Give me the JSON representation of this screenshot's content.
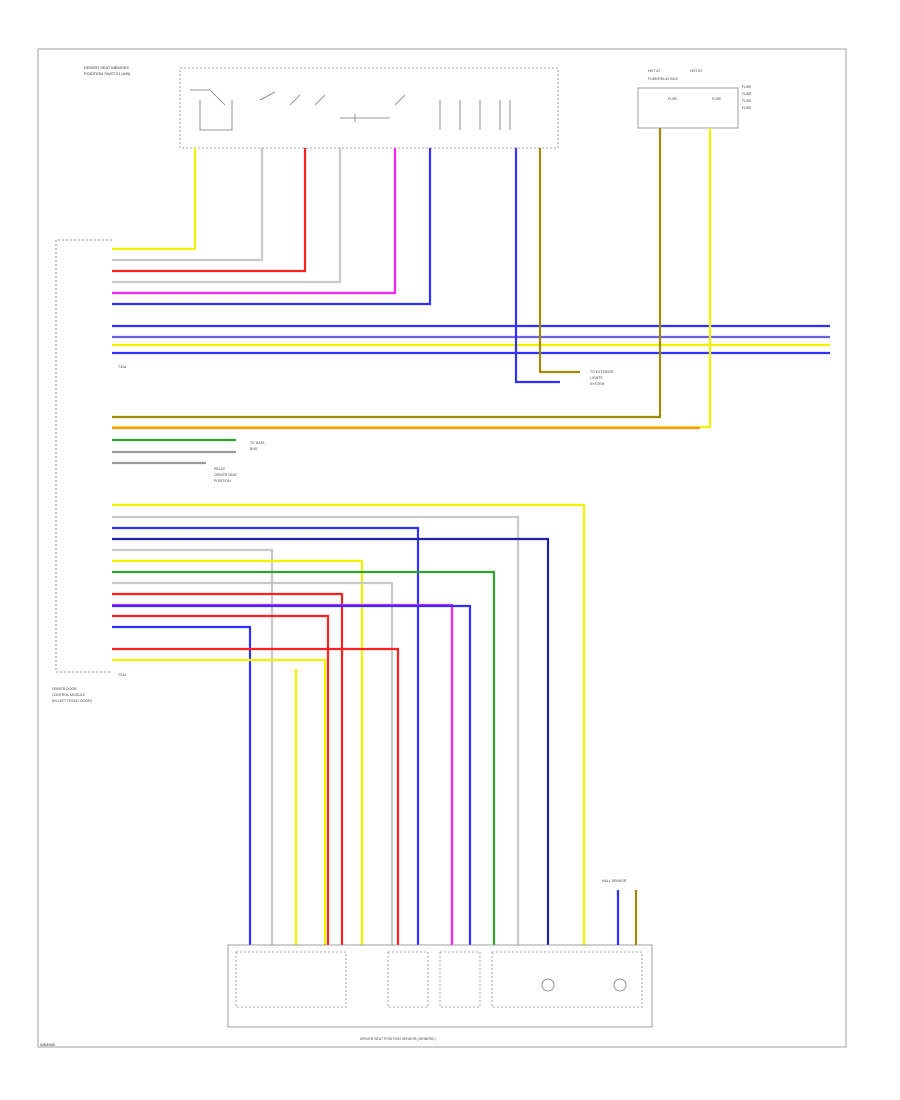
{
  "diagram": {
    "code_label": "W63985",
    "top_switch_label": [
      "DRIVER SEAT MEMORY",
      "POSITION SWITCH (A/B)"
    ],
    "fuse_box_top_labels": [
      "HOT AT",
      "HOT AT"
    ],
    "fuse_box_label": "FUSE/RELAY BOX",
    "fuse_labels": [
      "FUSE",
      "FUSE"
    ],
    "fuse_side_labels": [
      "FUSE",
      "FUSE",
      "FUSE",
      "FUSE"
    ],
    "module_label": [
      "DRIVER DOOR",
      "CONTROL MODULE",
      "(IN LEFT FRONT DOOR)"
    ],
    "bottom_module_label": "DRIVER SEAT POSITION SENSOR (GENERIC)",
    "hall_sensor_label": "HALL SENSOR",
    "connector_a_labels": [
      "T32a",
      "T32a"
    ],
    "side_notes": [
      [
        "TO EXTERIOR",
        "LIGHTS",
        "SYSTEM"
      ],
      [
        "TO DATA",
        "BUS"
      ],
      [
        "RELAY",
        "DRIVER SEAT",
        "POSITION"
      ]
    ],
    "colors": {
      "yellow": "#f2f200",
      "red": "#ff2020",
      "pink": "#ff20ff",
      "blue": "#3030ff",
      "violet": "#7060e0",
      "green": "#30a030",
      "olive": "#a08a00",
      "orange": "#ff9030",
      "navy": "#2020b0",
      "grey": "#9a9a9a",
      "lightgrey": "#c8c8c8"
    }
  }
}
